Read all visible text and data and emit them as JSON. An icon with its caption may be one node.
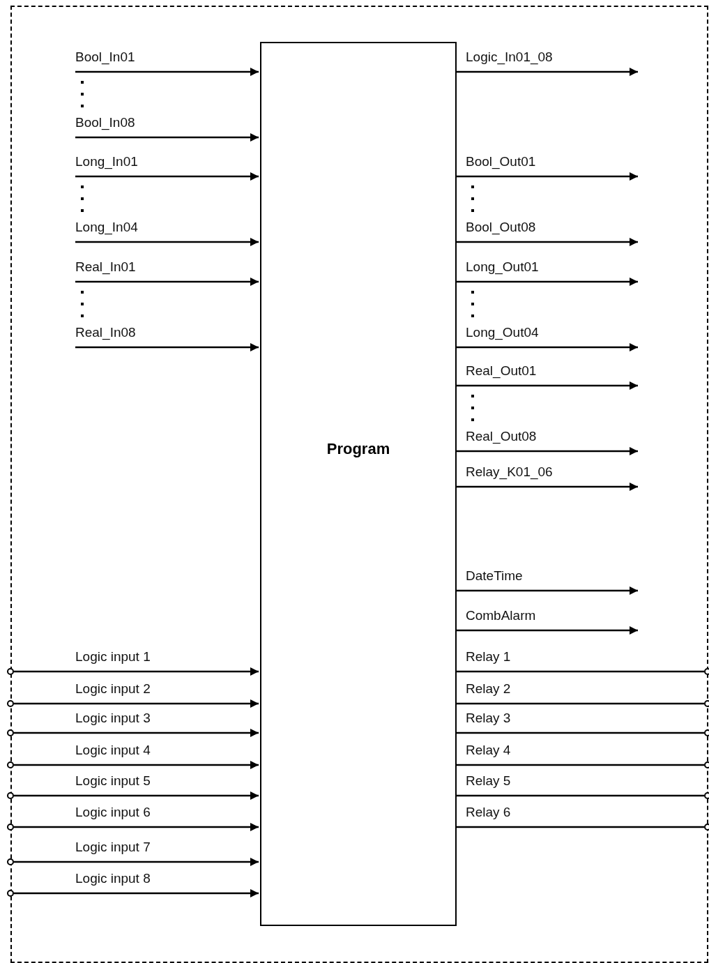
{
  "diagram": {
    "nodes": [
      {
        "text": [],
        "shape": "box"
      },
      {
        "text": [
          "Program"
        ],
        "in": 0
      },
      {
        "text": [],
        "shape": "circle"
      },
      {
        "text": [],
        "shape": "circle"
      },
      {
        "text": [],
        "shape": "circle"
      },
      {
        "text": [],
        "shape": "circle"
      },
      {
        "text": [],
        "shape": "circle"
      },
      {
        "text": [],
        "shape": "circle"
      },
      {
        "text": [],
        "shape": "circle"
      },
      {
        "text": [],
        "shape": "circle"
      },
      {
        "text": [],
        "shape": "circle"
      },
      {
        "text": [],
        "shape": "circle"
      },
      {
        "text": [],
        "shape": "circle"
      },
      {
        "text": [],
        "shape": "circle"
      },
      {
        "text": [],
        "shape": "circle"
      },
      {
        "text": [],
        "shape": "circle"
      }
    ],
    "edges": [
      {
        "from": null,
        "to": 1,
        "arrow": "to",
        "label": "Bool_In01"
      },
      {
        "from": null,
        "to": 1,
        "arrow": "to",
        "label": "Bool_In08"
      },
      {
        "from": null,
        "to": 1,
        "arrow": "to",
        "label": "Long_In01"
      },
      {
        "from": null,
        "to": 1,
        "arrow": "to",
        "label": "Long_In04"
      },
      {
        "from": null,
        "to": 1,
        "arrow": "to",
        "label": "Real_In01"
      },
      {
        "from": null,
        "to": 1,
        "arrow": "to",
        "label": "Real_In08"
      },
      {
        "from": 1,
        "to": null,
        "arrow": "to",
        "label": "Logic_In01_08"
      },
      {
        "from": 1,
        "to": null,
        "arrow": "to",
        "label": "Bool_Out01"
      },
      {
        "from": 1,
        "to": null,
        "arrow": "to",
        "label": "Bool_Out08"
      },
      {
        "from": 1,
        "to": null,
        "arrow": "to",
        "label": "Long_Out01"
      },
      {
        "from": 1,
        "to": null,
        "arrow": "to",
        "label": "Long_Out04"
      },
      {
        "from": 1,
        "to": null,
        "arrow": "to",
        "label": "Real_Out01"
      },
      {
        "from": 1,
        "to": null,
        "arrow": "to",
        "label": "Real_Out08"
      },
      {
        "from": 1,
        "to": null,
        "arrow": "to",
        "label": "Relay_K01_06"
      },
      {
        "from": 1,
        "to": null,
        "arrow": "to",
        "label": "DateTime"
      },
      {
        "from": 1,
        "to": null,
        "arrow": "to",
        "label": "CombAlarm"
      },
      {
        "from": 2,
        "to": 1,
        "arrow": "to",
        "label": "Logic input 1"
      },
      {
        "from": 3,
        "to": 1,
        "arrow": "to",
        "label": "Logic input 2"
      },
      {
        "from": 4,
        "to": 1,
        "arrow": "to",
        "label": "Logic input 3"
      },
      {
        "from": 5,
        "to": 1,
        "arrow": "to",
        "label": "Logic input 4"
      },
      {
        "from": 6,
        "to": 1,
        "arrow": "to",
        "label": "Logic input 5"
      },
      {
        "from": 7,
        "to": 1,
        "arrow": "to",
        "label": "Logic input 6"
      },
      {
        "from": 8,
        "to": 1,
        "arrow": "to",
        "label": "Logic input 7"
      },
      {
        "from": 9,
        "to": 1,
        "arrow": "to",
        "label": "Logic input 8"
      },
      {
        "from": 1,
        "to": 10,
        "arrow": "none",
        "label": "Relay 1"
      },
      {
        "from": 1,
        "to": 11,
        "arrow": "none",
        "label": "Relay 2"
      },
      {
        "from": 1,
        "to": 12,
        "arrow": "none",
        "label": "Relay 3"
      },
      {
        "from": 1,
        "to": 13,
        "arrow": "none",
        "label": "Relay 4"
      },
      {
        "from": 1,
        "to": 14,
        "arrow": "none",
        "label": "Relay 5"
      },
      {
        "from": 1,
        "to": 15,
        "arrow": "none",
        "label": "Relay 6"
      }
    ]
  }
}
